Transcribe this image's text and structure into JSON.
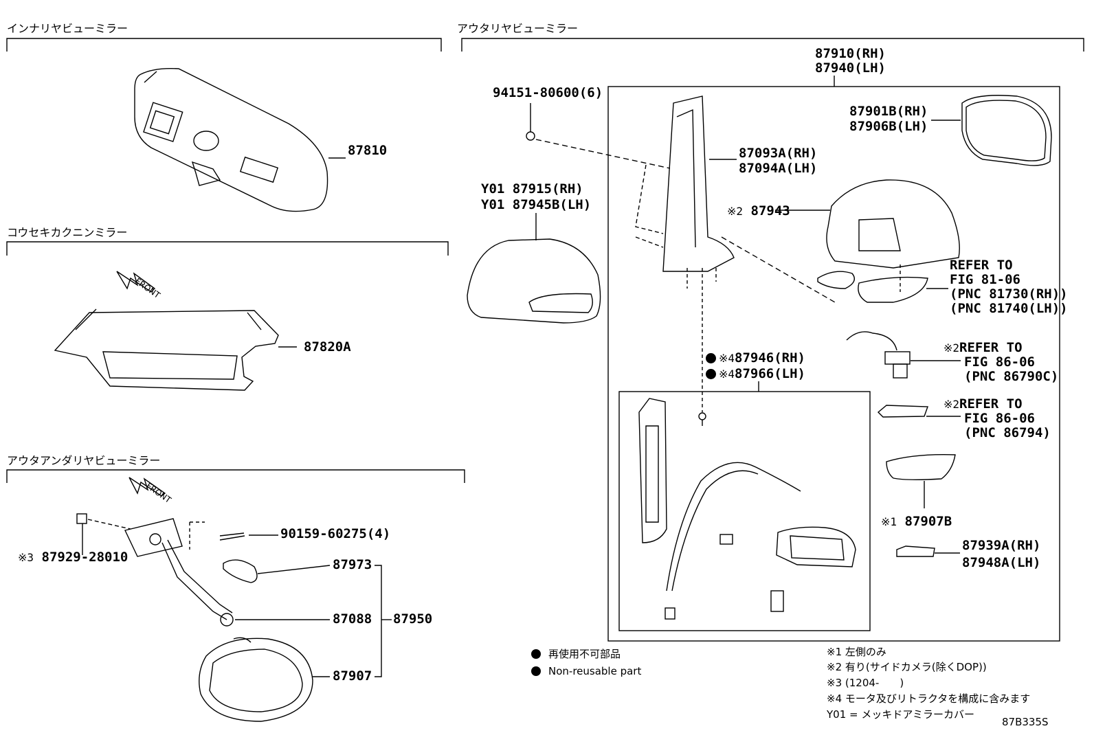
{
  "sections": {
    "inner_mirror": "インナリヤビューミラー",
    "outer_mirror": "アウタリヤビューミラー",
    "check_mirror": "コウセキカクニンミラー",
    "under_mirror": "アウタアンダリヤビューミラー"
  },
  "labels": {
    "p87810": "87810",
    "p87820a": "87820A",
    "p87910": "87910(RH)",
    "p87940": "87940(LH)",
    "p94151": "94151-80600(6)",
    "p87901b": "87901B(RH)",
    "p87906b": "87906B(LH)",
    "p87093a": "87093A(RH)",
    "p87094a": "87094A(LH)",
    "y01_87915": "Y01 87915(RH)",
    "y01_87945b": "Y01 87945B(LH)",
    "p87943_mark": "※2",
    "p87943": "87943",
    "refer1_l1": "REFER TO",
    "refer1_l2": "FIG 81-06",
    "refer1_l3": "(PNC 81730(RH))",
    "refer1_l4": "(PNC 81740(LH))",
    "p87946_mark": "※4",
    "p87946": "87946(RH)",
    "p87966_mark": "※4",
    "p87966": "87966(LH)",
    "refer2_mark": "※2",
    "refer2_l1": "REFER TO",
    "refer2_l2": "FIG 86-06",
    "refer2_l3": "(PNC 86790C)",
    "refer3_mark": "※2",
    "refer3_l1": "REFER TO",
    "refer3_l2": "FIG 86-06",
    "refer3_l3": "(PNC 86794)",
    "p87907b_mark": "※1",
    "p87907b": "87907B",
    "p87939a": "87939A(RH)",
    "p87948a": "87948A(LH)",
    "p90159": "90159-60275(4)",
    "p87929_mark": "※3",
    "p87929": "87929-28010",
    "p87973": "87973",
    "p87088": "87088",
    "p87950": "87950",
    "p87907": "87907",
    "front1": "FRONT",
    "front2": "FRONT"
  },
  "legend": {
    "nonreuse_jp": "再使用不可部品",
    "nonreuse_en": "Non-reusable part"
  },
  "notes": {
    "n1": "※1 左側のみ",
    "n2": "※2 有り(サイドカメラ(除くDOP))",
    "n3": "※3 (1204-　　)",
    "n4": "※4 モータ及びリトラクタを構成に含みます",
    "y01": "Y01 = メッキドアミラーカバー"
  },
  "code": "87B335S"
}
